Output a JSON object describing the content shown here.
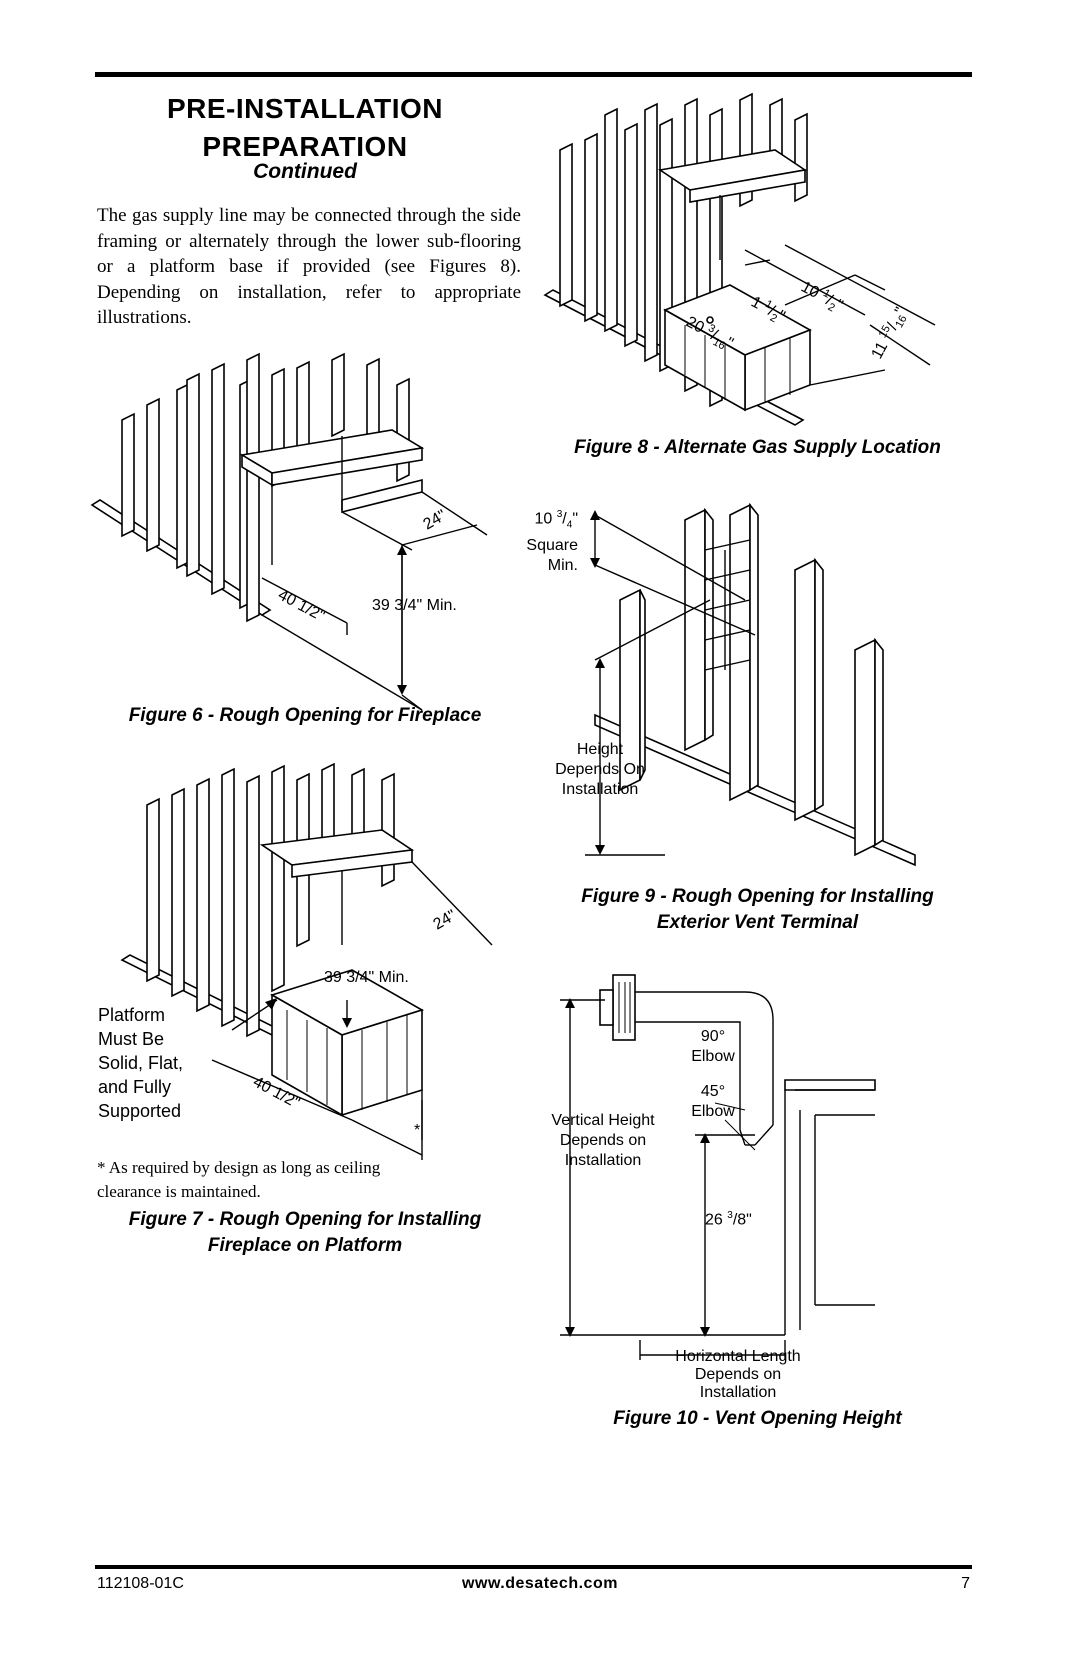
{
  "header": {
    "title": "PRE-INSTALLATION PREPARATION",
    "subtitle": "Continued"
  },
  "intro": "The gas supply line may be connected through the side framing or alternately through the lower sub-flooring or a platform base if provided (see Figures 8). Depending on installation, refer to appropriate illustrations.",
  "figures": {
    "fig6": {
      "caption": "Figure 6 - Rough Opening for Fireplace",
      "labels": {
        "depth": "24\"",
        "width": "40 1/2\"",
        "height": "39 3/4\" Min."
      }
    },
    "fig7": {
      "caption": "Figure 7 - Rough Opening for Installing Fireplace on Platform",
      "labels": {
        "depth": "24\"",
        "width": "40 1/2\"",
        "height": "39 3/4\" Min.",
        "platform_note": "Platform Must Be Solid, Flat, and Fully Supported",
        "asterisk": "*"
      },
      "footnote": "* As required by design as long as ceiling clearance is maintained."
    },
    "fig8": {
      "caption": "Figure 8 - Alternate Gas Supply Location",
      "labels": {
        "dim_a": "10 1/2\"",
        "dim_b": "1 1/2\"",
        "dim_c": "20 3/16\"",
        "dim_d": "11 15/16\""
      }
    },
    "fig9": {
      "caption": "Figure 9 - Rough Opening for Installing Exterior Vent Terminal",
      "labels": {
        "square": "10 3/4\" Square Min.",
        "height": "Height Depends On Installation"
      }
    },
    "fig10": {
      "caption": "Figure 10 - Vent Opening Height",
      "labels": {
        "elbow90": "90° Elbow",
        "elbow45": "45° Elbow",
        "vertical": "Vertical Height Depends on Installation",
        "height": "26 3/8\"",
        "horizontal": "Horizontal Length Depends on Installation"
      }
    }
  },
  "footer": {
    "part_number": "112108-01C",
    "website": "www.desatech.com",
    "page": "7"
  }
}
